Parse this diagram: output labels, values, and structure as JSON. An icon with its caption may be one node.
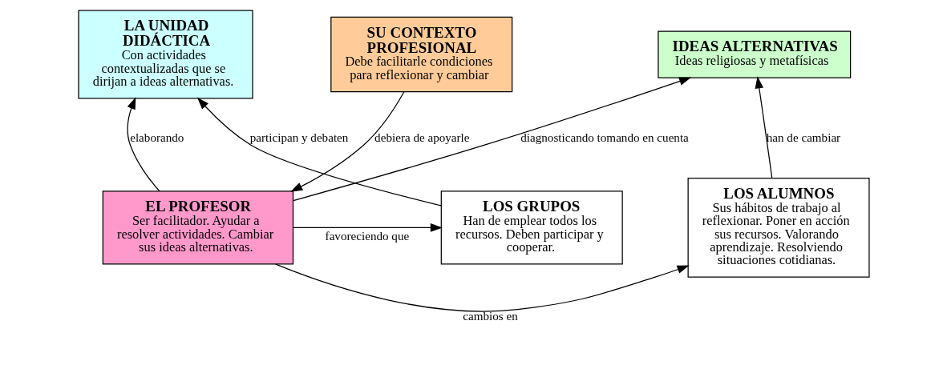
{
  "diagram": {
    "nodes": [
      {
        "text": [
          "IDEAS ALTERNATIVAS",
          "Ideas religiosas y metafísicas"
        ]
      },
      {
        "text": [
          "SU CONTEXTO PROFESIONAL",
          "Debe facilitarle condiciones para reflexionar y cambiar"
        ]
      },
      {
        "text": [
          "LA UNIDAD DIDÁCTICA",
          "Con actividades contextualizadas que se dirijan a ideas alternativas."
        ]
      },
      {
        "text": [
          "LOS ALUMNOS",
          "Sus hábitos de trabajo al reflexionar. Poner en acción sus recursos. Valorando aprendizaje. Resolviendo situaciones cotidianas."
        ]
      },
      {
        "text": [
          "EL PROFESOR",
          "Ser facilitador. Ayudar a resolver actividades. Cambiar sus ideas alternativas."
        ]
      },
      {
        "text": [
          "LOS GRUPOS",
          "Han de emplear todos los recursos. Deben participar y cooperar."
        ]
      }
    ],
    "edges": [
      {
        "from": 4,
        "to": 0,
        "arrow": "to",
        "label": "diagnosticando tomando en cuenta"
      },
      {
        "from": 1,
        "to": 4,
        "arrow": "to",
        "label": "debiera de apoyarle"
      },
      {
        "from": 4,
        "to": 2,
        "arrow": "to",
        "label": "elaborando"
      },
      {
        "from": 3,
        "to": 0,
        "arrow": "to",
        "label": "han de cambiar"
      },
      {
        "from": 4,
        "to": 3,
        "arrow": "to",
        "label": "cambios en"
      },
      {
        "from": 4,
        "to": 5,
        "arrow": "to",
        "label": "favoreciendo que"
      },
      {
        "from": 5,
        "to": 2,
        "arrow": "to",
        "label": "participan y debaten"
      }
    ]
  }
}
